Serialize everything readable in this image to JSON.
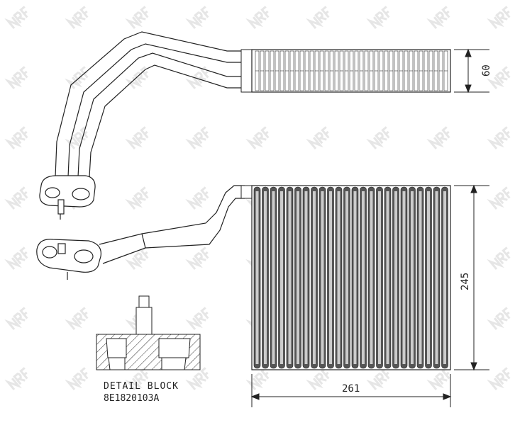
{
  "watermark": {
    "text": "NRF",
    "color": "#e6e6e6"
  },
  "dimensions": {
    "top_height": "60",
    "core_height": "245",
    "core_width": "261"
  },
  "detail": {
    "title": "DETAIL BLOCK",
    "part_number": "8E1820103A"
  },
  "colors": {
    "line": "#222222",
    "fill": "#ffffff"
  }
}
